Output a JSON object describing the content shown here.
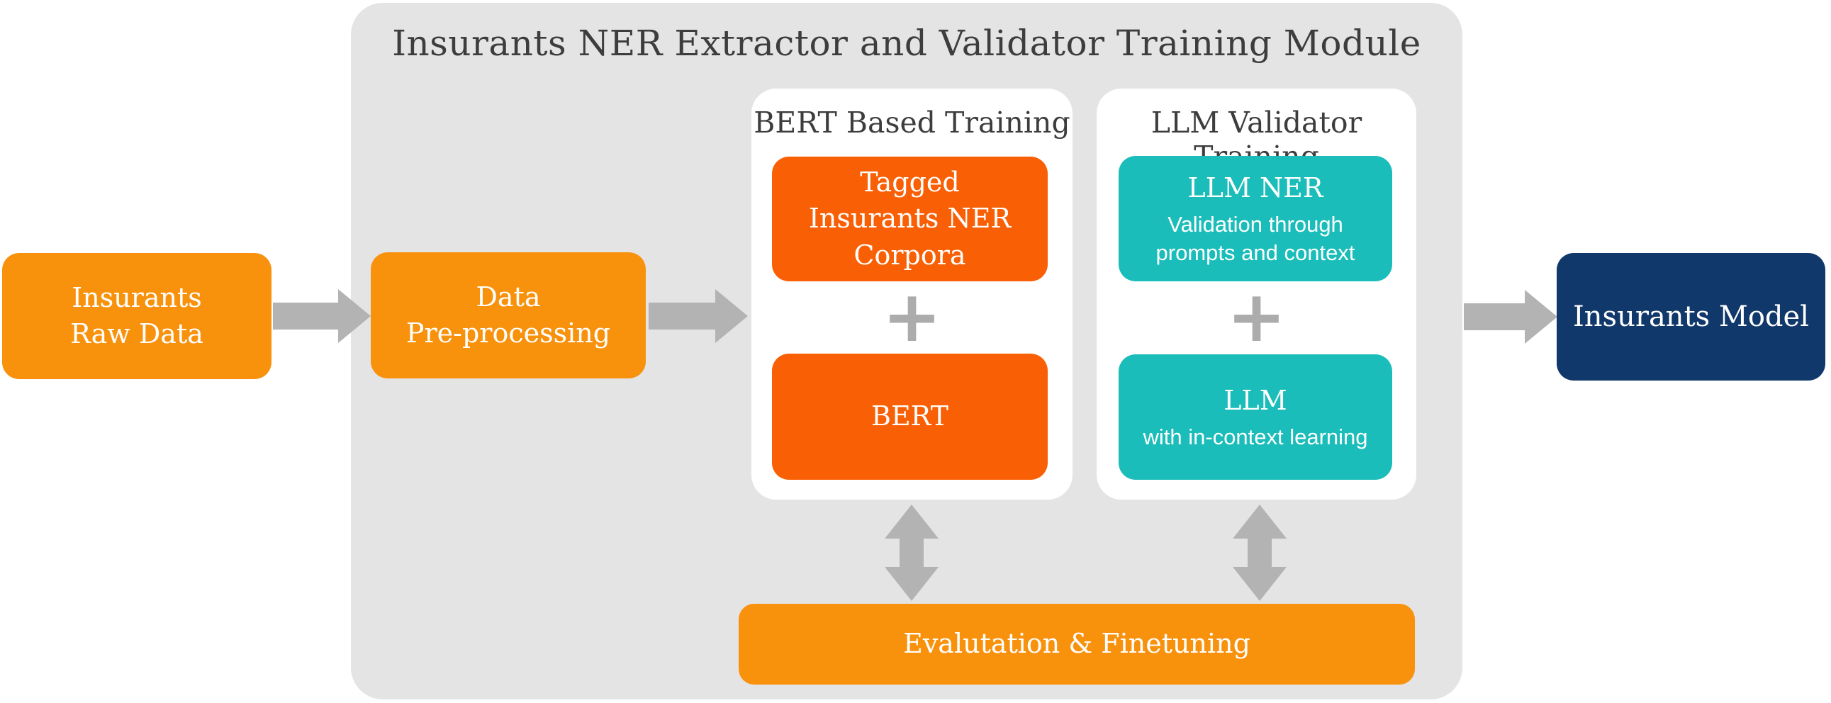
{
  "title": "Insurants NER Extractor and Validator Training Module",
  "flow": {
    "raw_data": {
      "label": "Insurants\nRaw Data"
    },
    "preprocessing": {
      "label": "Data\nPre-processing"
    },
    "model": {
      "label": "Insurants Model"
    }
  },
  "bert_panel": {
    "heading": "BERT Based Training",
    "corpora_label": "Tagged\nInsurants NER\nCorpora",
    "bert_label": "BERT"
  },
  "llm_panel": {
    "heading": "LLM Validator Training",
    "ner": {
      "title": "LLM NER",
      "subtitle": "Validation through\nprompts and context"
    },
    "llm": {
      "title": "LLM",
      "subtitle": "with in-context learning"
    }
  },
  "evaluation": {
    "label": "Evalutation & Finetuning"
  },
  "icons": {
    "plus": "+"
  },
  "colors": {
    "panel_bg": "#E4E4E4",
    "card_bg": "#FFFFFF",
    "light_orange": "#F8920D",
    "dark_orange": "#F95F04",
    "teal": "#1ABDB9",
    "navy": "#11386B",
    "arrow_gray": "#B3B3B3",
    "plus_gray": "#ACACAC",
    "heading_text": "#3D3D3D",
    "box_text": "#FFFFFF"
  }
}
